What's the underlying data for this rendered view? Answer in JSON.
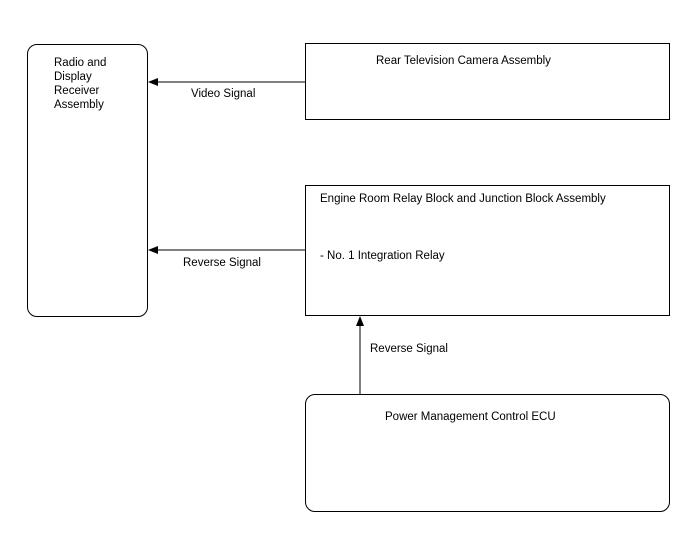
{
  "radio": {
    "lines": [
      "Radio and",
      "Display",
      "Receiver",
      "Assembly"
    ]
  },
  "camera": {
    "title": "Rear Television Camera Assembly"
  },
  "relay_block": {
    "title": "Engine Room Relay Block and Junction Block Assembly",
    "item": "- No. 1 Integration Relay"
  },
  "ecu": {
    "title": "Power Management Control ECU"
  },
  "signals": {
    "video": "Video Signal",
    "reverse_to_radio": "Reverse Signal",
    "reverse_from_ecu": "Reverse Signal"
  }
}
